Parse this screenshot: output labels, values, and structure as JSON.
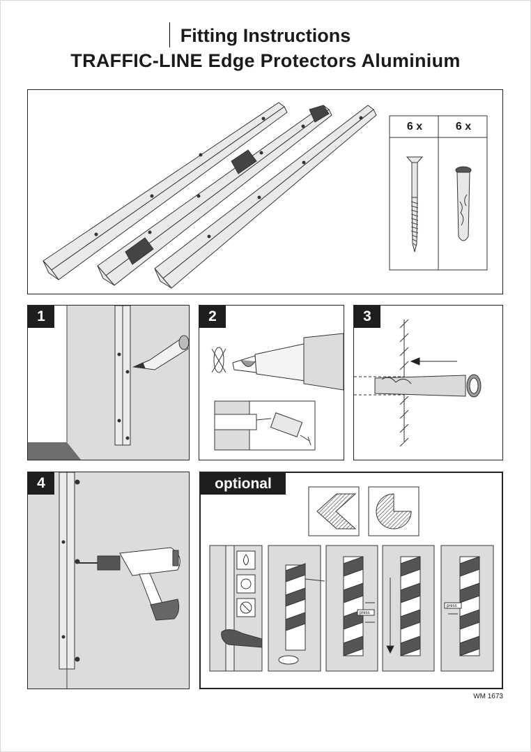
{
  "header": {
    "title_line1": "Fitting Instructions",
    "title_line2": "TRAFFIC-LINE Edge Protectors Aluminium"
  },
  "parts": {
    "screw_count": "6 x",
    "plug_count": "6 x"
  },
  "steps": [
    {
      "number": "1"
    },
    {
      "number": "2"
    },
    {
      "number": "3"
    },
    {
      "number": "4"
    }
  ],
  "optional": {
    "label": "optional",
    "press_label_1": "press",
    "press_label_2": "press"
  },
  "footer": {
    "code": "WM 1673"
  },
  "colors": {
    "dark": "#1e1e1e",
    "wall": "#dcdcdc",
    "metal": "#e6e6e6"
  }
}
